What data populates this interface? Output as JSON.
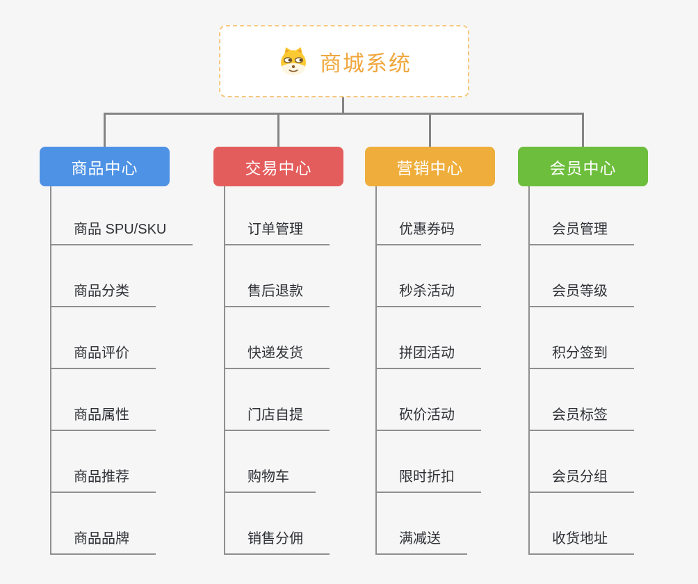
{
  "page": {
    "background": "#f6f6f6",
    "connector_color": "#848484",
    "leaf_line_color": "#8f8f8f",
    "leaf_text_color": "#2f3136"
  },
  "root": {
    "title": "商城系统",
    "icon": "dog-face-icon",
    "text_color": "#f0a73e",
    "border_color": "#f6c87f",
    "background": "#ffffff"
  },
  "branches": [
    {
      "label": "商品中心",
      "color": "#4e92e5",
      "children": [
        "商品 SPU/SKU",
        "商品分类",
        "商品评价",
        "商品属性",
        "商品推荐",
        "商品品牌"
      ]
    },
    {
      "label": "交易中心",
      "color": "#e45d5d",
      "children": [
        "订单管理",
        "售后退款",
        "快递发货",
        "门店自提",
        "购物车",
        "销售分佣"
      ]
    },
    {
      "label": "营销中心",
      "color": "#efae3c",
      "children": [
        "优惠券码",
        "秒杀活动",
        "拼团活动",
        "砍价活动",
        "限时折扣",
        "满减送"
      ]
    },
    {
      "label": "会员中心",
      "color": "#6dbe3c",
      "children": [
        "会员管理",
        "会员等级",
        "积分签到",
        "会员标签",
        "会员分组",
        "收货地址"
      ]
    }
  ]
}
